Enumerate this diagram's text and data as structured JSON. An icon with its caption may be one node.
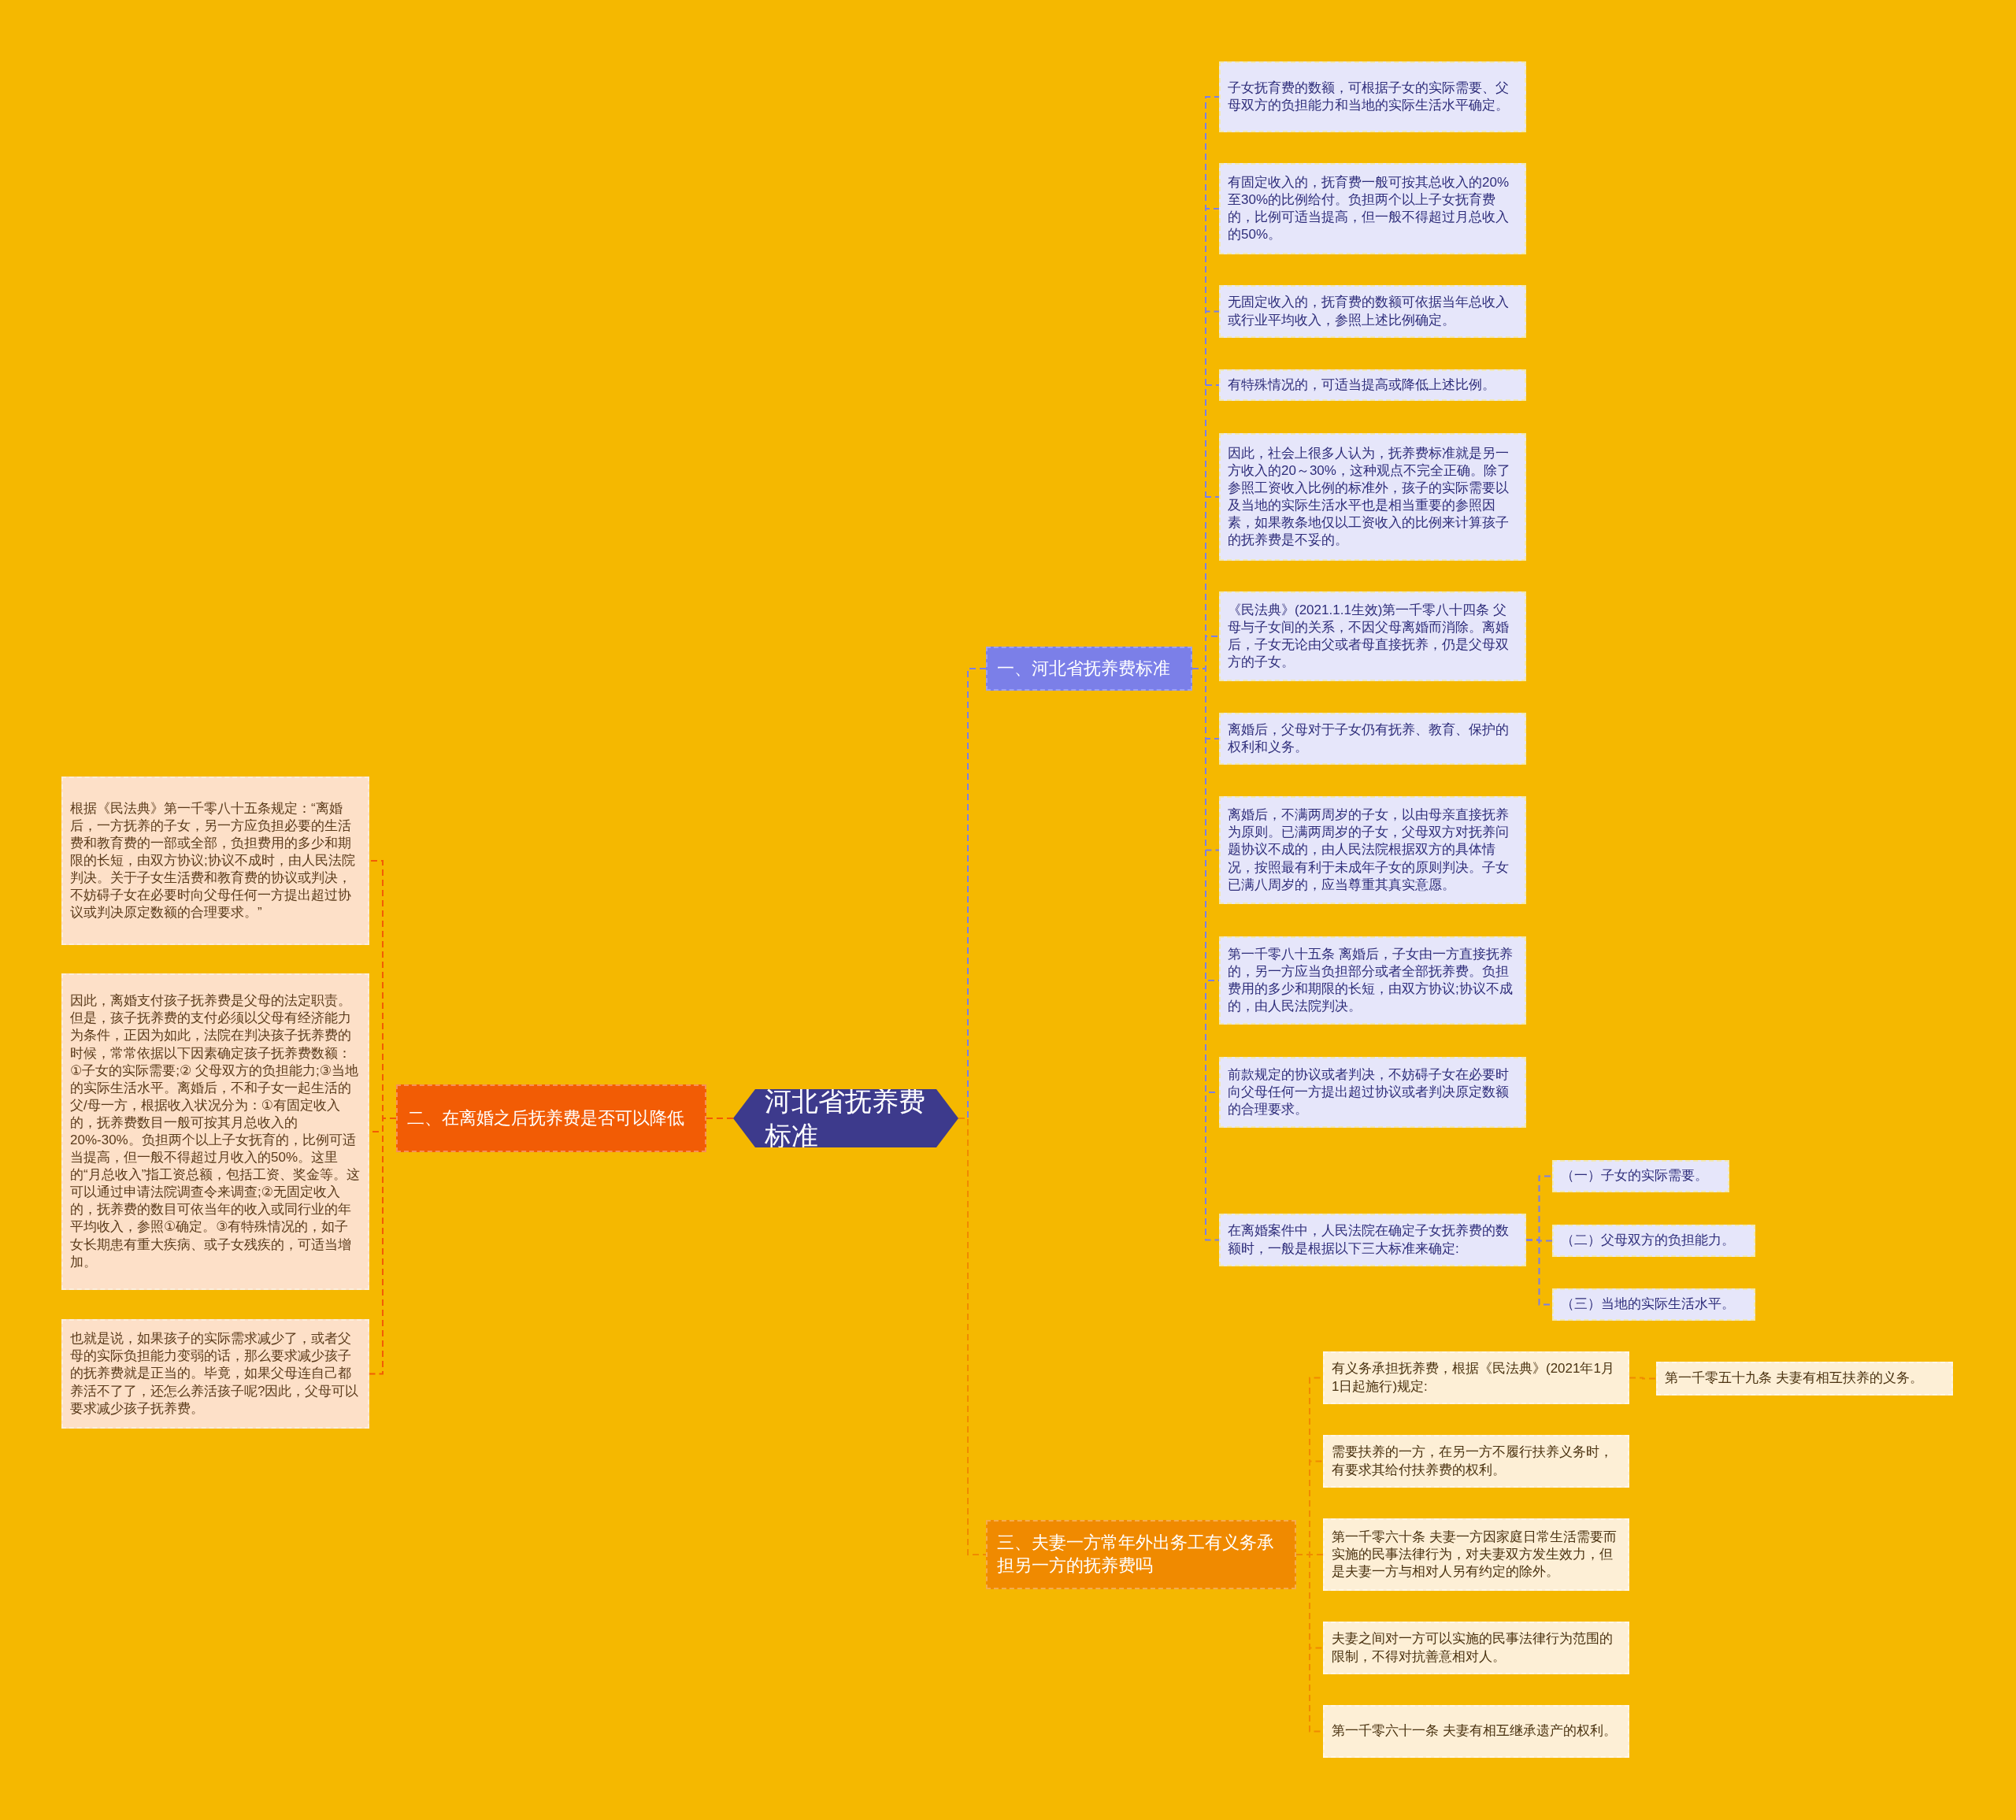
{
  "diagram": {
    "nodes": [
      {
        "text": [
          "河北省抚养费标准"
        ]
      },
      {
        "text": [
          "一、河北省抚养费标准"
        ]
      },
      {
        "text": [
          "子女抚育费的数额，可根据子女的实际需要、父母双方的负担能力和当地的实际生活水平确定。"
        ]
      },
      {
        "text": [
          "有固定收入的，抚育费一般可按其总收入的20%至30%的比例给付。负担两个以上子女抚育费的，比例可适当提高，但一般不得超过月总收入的50%。"
        ]
      },
      {
        "text": [
          "无固定收入的，抚育费的数额可依据当年总收入或行业平均收入，参照上述比例确定。"
        ]
      },
      {
        "text": [
          "有特殊情况的，可适当提高或降低上述比例。"
        ]
      },
      {
        "text": [
          "因此，社会上很多人认为，抚养费标准就是另一方收入的20～30%，这种观点不完全正确。除了参照工资收入比例的标准外，孩子的实际需要以及当地的实际生活水平也是相当重要的参照因素，如果教条地仅以工资收入的比例来计算孩子的抚养费是不妥的。"
        ]
      },
      {
        "text": [
          "《民法典》(2021.1.1生效)第一千零八十四条 父母与子女间的关系，不因父母离婚而消除。离婚后，子女无论由父或者母直接抚养，仍是父母双方的子女。"
        ]
      },
      {
        "text": [
          "离婚后，父母对于子女仍有抚养、教育、保护的权利和义务。"
        ]
      },
      {
        "text": [
          "离婚后，不满两周岁的子女，以由母亲直接抚养为原则。已满两周岁的子女，父母双方对抚养问题协议不成的，由人民法院根据双方的具体情况，按照最有利于未成年子女的原则判决。子女已满八周岁的，应当尊重其真实意愿。"
        ]
      },
      {
        "text": [
          "第一千零八十五条 离婚后，子女由一方直接抚养的，另一方应当负担部分或者全部抚养费。负担费用的多少和期限的长短，由双方协议;协议不成的，由人民法院判决。"
        ]
      },
      {
        "text": [
          "前款规定的协议或者判决，不妨碍子女在必要时向父母任何一方提出超过协议或者判决原定数额的合理要求。"
        ]
      },
      {
        "text": [
          "在离婚案件中，人民法院在确定子女抚养费的数额时，一般是根据以下三大标准来确定:"
        ]
      },
      {
        "text": [
          "（一）子女的实际需要。"
        ]
      },
      {
        "text": [
          "（二）父母双方的负担能力。"
        ]
      },
      {
        "text": [
          "（三）当地的实际生活水平。"
        ]
      },
      {
        "text": [
          "二、在离婚之后抚养费是否可以降低"
        ]
      },
      {
        "text": [
          "根据《民法典》第一千零八十五条规定：“离婚后，一方抚养的子女，另一方应负担必要的生活费和教育费的一部或全部，负担费用的多少和期限的长短，由双方协议;协议不成时，由人民法院判决。关于子女生活费和教育费的协议或判决，不妨碍子女在必要时向父母任何一方提出超过协议或判决原定数额的合理要求。”"
        ]
      },
      {
        "text": [
          "因此，离婚支付孩子抚养费是父母的法定职责。但是，孩子抚养费的支付必须以父母有经济能力为条件，正因为如此，法院在判决孩子抚养费的时候，常常依据以下因素确定孩子抚养费数额：①子女的实际需要;② 父母双方的负担能力;③当地的实际生活水平。离婚后，不和子女一起生活的父/母一方，根据收入状况分为：①有固定收入的，抚养费数目一般可按其月总收入的20%-30%。负担两个以上子女抚育的，比例可适当提高，但一般不得超过月收入的50%。这里的“月总收入”指工资总额，包括工资、奖金等。这可以通过申请法院调查令来调查;②无固定收入的，抚养费的数目可依当年的收入或同行业的年平均收入，参照①确定。③有特殊情况的，如子女长期患有重大疾病、或子女残疾的，可适当增加。"
        ]
      },
      {
        "text": [
          "也就是说，如果孩子的实际需求减少了，或者父母的实际负担能力变弱的话，那么要求减少孩子的抚养费就是正当的。毕竟，如果父母连自己都养活不了了，还怎么养活孩子呢?因此，父母可以要求减少孩子抚养费。"
        ]
      },
      {
        "text": [
          "三、夫妻一方常年外出务工有义务承担另一方的抚养费吗"
        ]
      },
      {
        "text": [
          "有义务承担抚养费，根据《民法典》(2021年1月1日起施行)规定:"
        ]
      },
      {
        "text": [
          "第一千零五十九条 夫妻有相互扶养的义务。"
        ]
      },
      {
        "text": [
          "需要扶养的一方，在另一方不履行扶养义务时，有要求其给付扶养费的权利。"
        ]
      },
      {
        "text": [
          "第一千零六十条 夫妻一方因家庭日常生活需要而实施的民事法律行为，对夫妻双方发生效力，但是夫妻一方与相对人另有约定的除外。"
        ]
      },
      {
        "text": [
          "夫妻之间对一方可以实施的民事法律行为范围的限制，不得对抗善意相对人。"
        ]
      },
      {
        "text": [
          "第一千零六十一条 夫妻有相互继承遗产的权利。"
        ]
      }
    ],
    "edges": [
      {
        "from": 0,
        "to": 1,
        "arrow": "none",
        "style": "dashed"
      },
      {
        "from": 1,
        "to": 2,
        "arrow": "none",
        "style": "dashed"
      },
      {
        "from": 1,
        "to": 3,
        "arrow": "none",
        "style": "dashed"
      },
      {
        "from": 1,
        "to": 4,
        "arrow": "none",
        "style": "dashed"
      },
      {
        "from": 1,
        "to": 5,
        "arrow": "none",
        "style": "dashed"
      },
      {
        "from": 1,
        "to": 6,
        "arrow": "none",
        "style": "dashed"
      },
      {
        "from": 1,
        "to": 7,
        "arrow": "none",
        "style": "dashed"
      },
      {
        "from": 1,
        "to": 8,
        "arrow": "none",
        "style": "dashed"
      },
      {
        "from": 1,
        "to": 9,
        "arrow": "none",
        "style": "dashed"
      },
      {
        "from": 1,
        "to": 10,
        "arrow": "none",
        "style": "dashed"
      },
      {
        "from": 1,
        "to": 11,
        "arrow": "none",
        "style": "dashed"
      },
      {
        "from": 1,
        "to": 12,
        "arrow": "none",
        "style": "dashed"
      },
      {
        "from": 12,
        "to": 13,
        "arrow": "none",
        "style": "dashed"
      },
      {
        "from": 12,
        "to": 14,
        "arrow": "none",
        "style": "dashed"
      },
      {
        "from": 12,
        "to": 15,
        "arrow": "none",
        "style": "dashed"
      },
      {
        "from": 0,
        "to": 16,
        "arrow": "none",
        "style": "dashed",
        "color": "#f25c05"
      },
      {
        "from": 16,
        "to": 17,
        "arrow": "none",
        "style": "dashed",
        "color": "#f25c05"
      },
      {
        "from": 16,
        "to": 18,
        "arrow": "none",
        "style": "dashed",
        "color": "#f25c05"
      },
      {
        "from": 16,
        "to": 19,
        "arrow": "none",
        "style": "dashed",
        "color": "#f25c05"
      },
      {
        "from": 0,
        "to": 20,
        "arrow": "none",
        "style": "dashed",
        "color": "#f08a00"
      },
      {
        "from": 20,
        "to": 21,
        "arrow": "none",
        "style": "dashed",
        "color": "#f08a00"
      },
      {
        "from": 21,
        "to": 22,
        "arrow": "none",
        "style": "dashed",
        "color": "#f08a00"
      },
      {
        "from": 20,
        "to": 23,
        "arrow": "none",
        "style": "dashed",
        "color": "#f08a00"
      },
      {
        "from": 20,
        "to": 24,
        "arrow": "none",
        "style": "dashed",
        "color": "#f08a00"
      },
      {
        "from": 20,
        "to": 25,
        "arrow": "none",
        "style": "dashed",
        "color": "#f08a00"
      },
      {
        "from": 20,
        "to": 26,
        "arrow": "none",
        "style": "dashed",
        "color": "#f08a00"
      }
    ]
  }
}
